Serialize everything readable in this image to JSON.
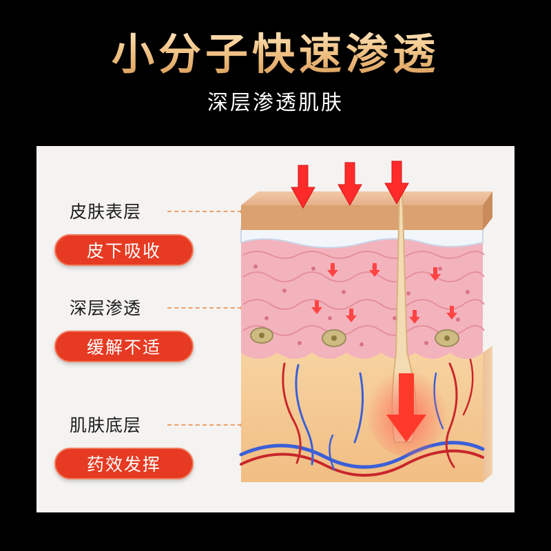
{
  "headline": "小分子快速渗透",
  "subline": "深层渗透肌肤",
  "layers": [
    {
      "label": "皮肤表层",
      "badge": "皮下吸收"
    },
    {
      "label": "深层渗透",
      "badge": "缓解不适"
    },
    {
      "label": "肌肤底层",
      "badge": "药效发挥"
    }
  ],
  "colors": {
    "gold": "#f3c88a",
    "badge_red": "#e63a22",
    "arrow_red": "#ff2b2b",
    "epidermis": "#e6b98a",
    "cell_pink": "#f4b4bf",
    "dermis": "#f5c58a",
    "artery": "#c8262b",
    "vein": "#3a5fd8"
  },
  "icons": [
    "down-arrow-icon"
  ]
}
